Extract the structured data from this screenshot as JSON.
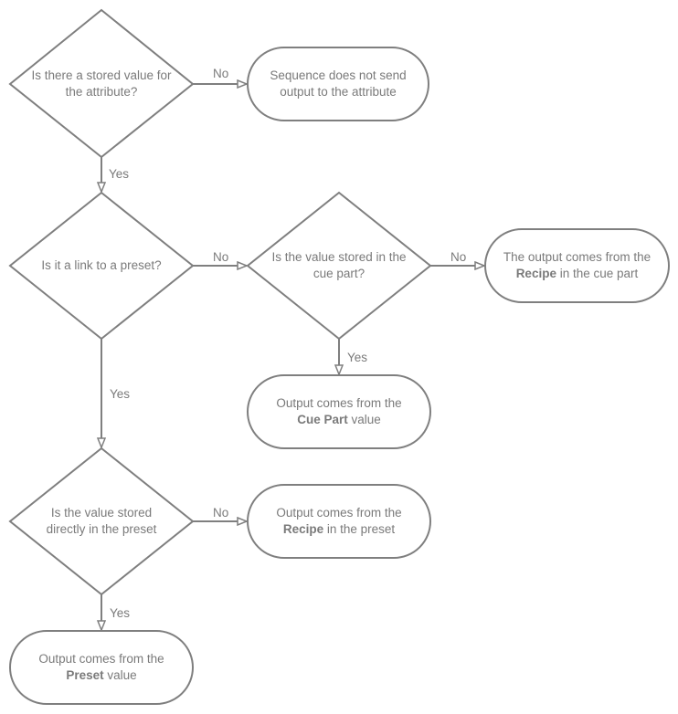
{
  "colors": {
    "stroke": "#7f7f7f",
    "text": "#7a7a7a"
  },
  "nodes": {
    "q1": "Is there a stored value for the attribute?",
    "r1": "Sequence does not send output to the attribute",
    "q2": "Is it a link to a preset?",
    "q3": "Is the value stored in the cue part?",
    "r2": {
      "pre": "The output comes from the",
      "bold": "Recipe",
      "post": " in the cue part"
    },
    "r3": {
      "pre": "Output comes from the",
      "bold": "Cue Part",
      "post": " value"
    },
    "q4": "Is the value stored directly in the preset",
    "r4": {
      "pre": "Output comes from the",
      "bold": "Recipe",
      "post": " in the preset"
    },
    "r5": {
      "pre": "Output comes from the",
      "bold": "Preset",
      "post": " value"
    }
  },
  "edges": {
    "no": "No",
    "yes": "Yes"
  }
}
